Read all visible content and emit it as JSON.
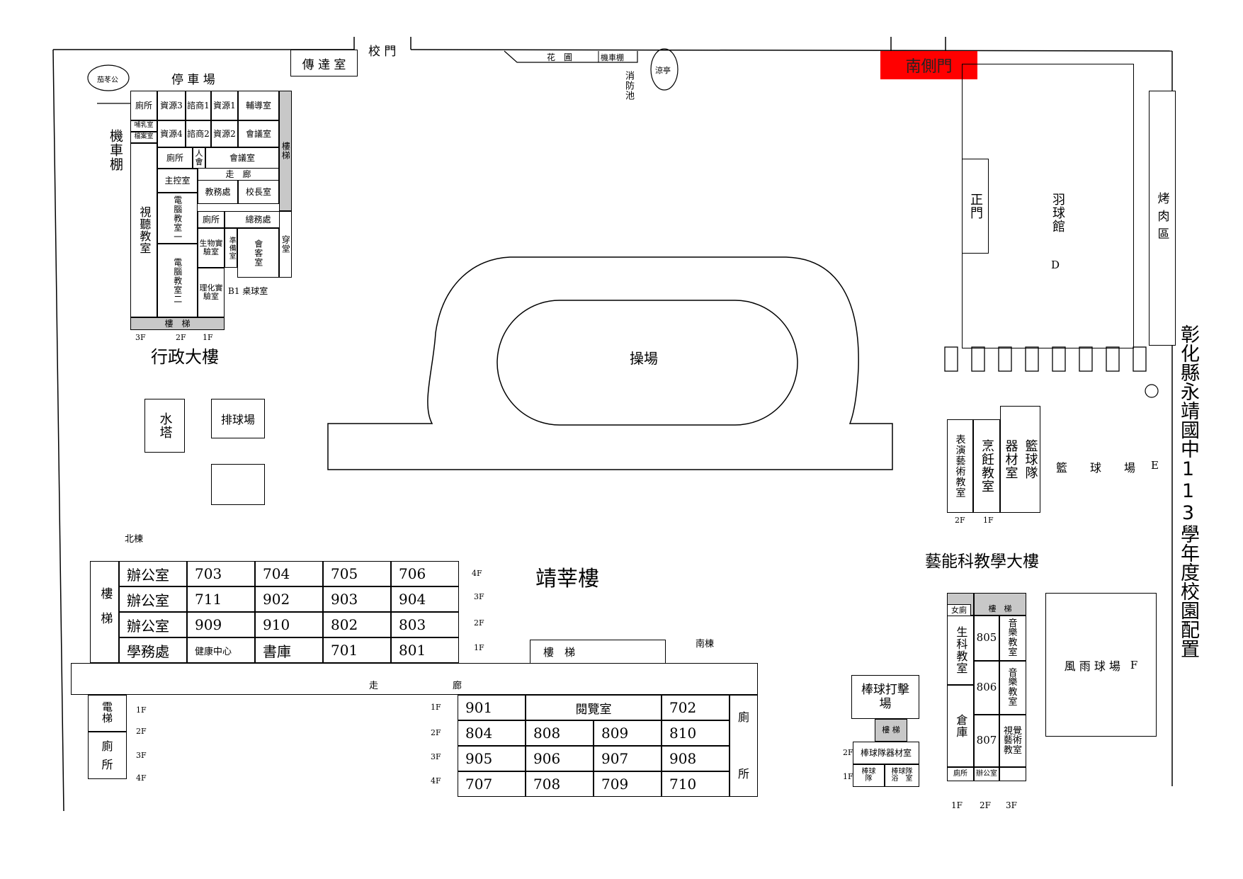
{
  "title": "彰化縣永靖國中113學年度校園配置",
  "colors": {
    "south_gate": "#ff0000",
    "stairs": "#c8c8c8"
  },
  "top": {
    "gate_main": "校 門",
    "guard_room": "傳 達 室",
    "garden": "花　圃",
    "bike_shed_small": "機車棚",
    "fire_pool": "消防池",
    "pavilion": "涼亭",
    "south_side_gate": "南側門"
  },
  "admin": {
    "building": "行政大樓",
    "parking": "停 車 場",
    "moto_shed": "機車棚",
    "kiosk": "茄苳公",
    "av_room": "視聽教室",
    "stairs": "樓　梯",
    "floors": [
      "3F",
      "2F",
      "1F"
    ],
    "b1": "B1 桌球室",
    "rooms": {
      "toilet1": "廁所",
      "res3": "資源3",
      "counsel1": "諮商1",
      "res1": "資源1",
      "guidance": "輔導室",
      "nursing": "哺乳室",
      "archive": "檔案室",
      "res4": "資源4",
      "counsel2": "諮商2",
      "res2": "資源2",
      "meeting1": "會議室",
      "stair_v": "樓梯",
      "toilet2": "廁所",
      "hr": "人會",
      "meeting2": "會議室",
      "corridor": "走　廊",
      "control": "主控室",
      "academic": "教務處",
      "principal": "校長室",
      "comp1": "電腦教室一",
      "comp2": "電腦教室二",
      "toilet3": "廁所",
      "general": "總務處",
      "biolab": "生物實驗室",
      "prep": "準備室",
      "reception": "會客室",
      "hall": "穿堂",
      "chemlab": "理化實驗室"
    }
  },
  "misc": {
    "water_tower": "水塔",
    "volleyball": "排球場"
  },
  "field": {
    "label": "操場"
  },
  "badminton": {
    "label": "羽球館",
    "letter": "D",
    "main_gate": "正門",
    "bbq": "烤肉區"
  },
  "arts": {
    "building": "藝能科教學大樓",
    "perform": "表演藝術教室",
    "cooking": "烹飪教室",
    "equip": "器材室",
    "team": "籃球隊",
    "floors": [
      "2F",
      "1F"
    ],
    "basketball": "籃　　球　　場",
    "letter": "E",
    "wing": {
      "stairs": "樓　梯",
      "toilet": "女廁",
      "science": "生科教室",
      "storage": "倉庫",
      "r805": "805",
      "r806": "806",
      "r807": "807",
      "music1": "音樂教室",
      "music2": "音樂教室",
      "visual": "視覺藝術教室",
      "bottom_toilet": "廁所",
      "bottom_office": "辦公室",
      "floors": [
        "1F",
        "2F",
        "3F"
      ]
    },
    "rain_court": "風 雨 球 場",
    "rain_letter": "F"
  },
  "baseball": {
    "field": "棒球打擊場",
    "stairs": "樓 梯",
    "equip": "棒球隊器材室",
    "room1": "棒球隊",
    "room2": "棒球隊浴　室",
    "f2": "2F",
    "f1": "1F"
  },
  "jinghua": {
    "building": "靖莘樓",
    "north": "北棟",
    "south": "南棟",
    "stairs_v": "樓梯",
    "stairs_h": "樓　梯",
    "corridor_l": "走",
    "corridor_r": "廊",
    "elevator": "電梯",
    "toilet_l": "廁所",
    "toilet_r": "廁所",
    "north_rows": [
      {
        "floor": "4F",
        "cells": [
          "辦公室",
          "703",
          "704",
          "705",
          "706"
        ]
      },
      {
        "floor": "3F",
        "cells": [
          "辦公室",
          "711",
          "902",
          "903",
          "904"
        ]
      },
      {
        "floor": "2F",
        "cells": [
          "辦公室",
          "909",
          "910",
          "802",
          "803"
        ]
      },
      {
        "floor": "1F",
        "cells": [
          "學務處",
          "健康中心",
          "書庫",
          "701",
          "801"
        ]
      }
    ],
    "south_rows": [
      {
        "floor": "1F",
        "cells": [
          "901",
          "閱覽室",
          "702"
        ]
      },
      {
        "floor": "2F",
        "cells": [
          "804",
          "808",
          "809",
          "810"
        ]
      },
      {
        "floor": "3F",
        "cells": [
          "905",
          "906",
          "907",
          "908"
        ]
      },
      {
        "floor": "4F",
        "cells": [
          "707",
          "708",
          "709",
          "710"
        ]
      }
    ],
    "left_floors": [
      "1F",
      "2F",
      "3F",
      "4F"
    ]
  }
}
